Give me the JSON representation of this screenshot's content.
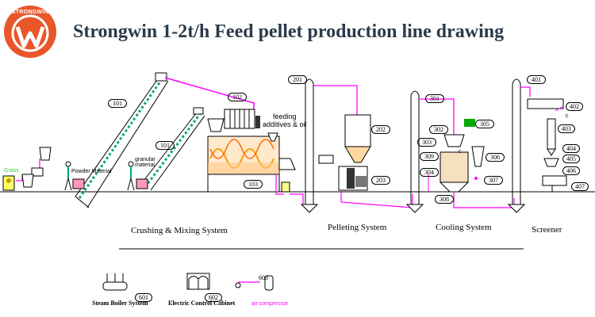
{
  "title": "Strongwin 1-2t/h Feed pellet production line drawing",
  "logo": {
    "text": "STRONGWIN",
    "colors": {
      "ring": "#e8562a",
      "letter": "#ffffff",
      "text": "#ffffff"
    }
  },
  "sections": {
    "crushing_mixing": "Crushing & Mixing System",
    "pelleting": "Pelleting System",
    "cooling": "Cooling System",
    "screener": "Screener"
  },
  "labels": {
    "grass": "Grass",
    "powder_material": "Powder Material",
    "granular_material": "granular material",
    "feeding_additives": "feeding",
    "feeding_additives_2": "additives & oil",
    "c_cooling": "c",
    "c_screener": "c"
  },
  "equipment_numbers": [
    "101",
    "101",
    "102",
    "103",
    "201",
    "202",
    "203",
    "301",
    "302",
    "303",
    "304",
    "305",
    "306",
    "307",
    "308",
    "309",
    "401",
    "402",
    "403",
    "404",
    "405",
    "406",
    "407",
    "601",
    "602",
    "603"
  ],
  "legend": {
    "steam_boiler": "Steam Boiler System",
    "control_cabinet": "Electric Control Cabinet",
    "air_compressor": "air compressor",
    "num_boiler": "601",
    "num_cabinet": "602",
    "num_compressor": "603"
  },
  "colors": {
    "pipe": "#ff00ff",
    "line": "#000000",
    "grass": "#33cc33",
    "fire": "#ffaa33",
    "accent": "#ffe066"
  }
}
